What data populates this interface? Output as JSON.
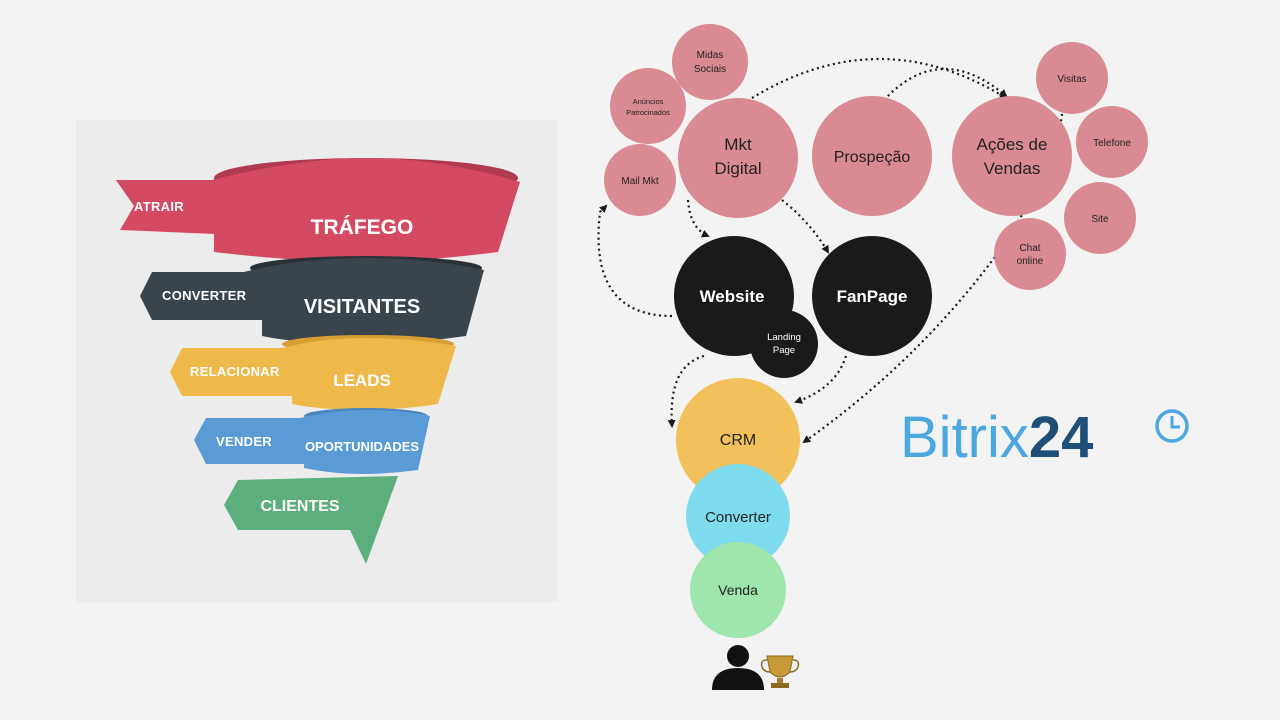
{
  "colors": {
    "background": "#f3f3f3",
    "panel": "#ececec",
    "trafego": "#d54a63",
    "visitantes": "#3a444c",
    "leads": "#efb84a",
    "oportunidades": "#5b9bd5",
    "clientes": "#5caf7c",
    "pink_bubble": "#d98a92",
    "dark_bubble": "#1a1a1a",
    "crm": "#f2c15b",
    "converter": "#7fdcee",
    "venda": "#9ee6ad",
    "bitrix_blue": "#4ba7e0",
    "bitrix_dark": "#1f4f78"
  },
  "funnel": {
    "stages": [
      {
        "side": "ATRAIR",
        "main": "TRÁFEGO"
      },
      {
        "side": "CONVERTER",
        "main": "VISITANTES"
      },
      {
        "side": "RELACIONAR",
        "main": "LEADS"
      },
      {
        "side": "VENDER",
        "main": "OPORTUNIDADES"
      },
      {
        "side": "",
        "main": "CLIENTES"
      }
    ]
  },
  "diagram": {
    "midias_sociais": [
      "Midas",
      "Sociais"
    ],
    "anuncios": [
      "Anúncios",
      "Patrocinados"
    ],
    "mail_mkt": "Mail Mkt",
    "mkt_digital": [
      "Mkt",
      "Digital"
    ],
    "prospecao": "Prospeção",
    "acoes_vendas": [
      "Ações de",
      "Vendas"
    ],
    "visitas": "Visitas",
    "telefone": "Telefone",
    "site": "Site",
    "chat_online": [
      "Chat",
      "online"
    ],
    "website": "Website",
    "fanpage": "FanPage",
    "landing_page": [
      "Landing",
      "Page"
    ],
    "crm": "CRM",
    "converter": "Converter",
    "venda": "Venda",
    "person_icon": "person-icon",
    "trophy_icon": "trophy-icon"
  },
  "logo": {
    "word": "Bitrix",
    "number": "24",
    "icon": "clock-icon"
  }
}
